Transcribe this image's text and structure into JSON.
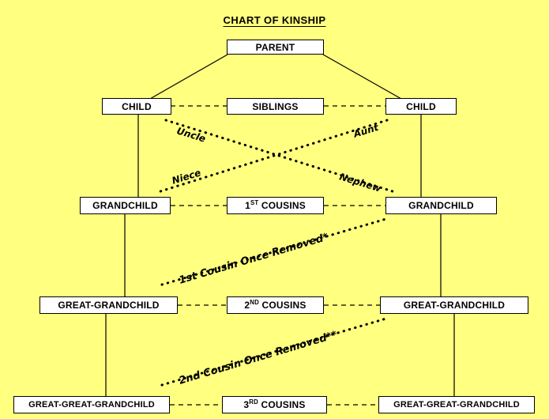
{
  "page": {
    "title": "CHART OF KINSHIP",
    "background_color": "#FFFF80",
    "box_fill_color": "#FFFFFF",
    "line_color": "#000000"
  },
  "nodes": {
    "parent": "PARENT",
    "child_left": "CHILD",
    "siblings": "SIBLINGS",
    "child_right": "CHILD",
    "grandchild_left": "GRANDCHILD",
    "cousins_1st_pre": "1",
    "cousins_1st_sup": "ST",
    "cousins_1st_post": " COUSINS",
    "grandchild_right": "GRANDCHILD",
    "great_grandchild_left": "GREAT-GRANDCHILD",
    "cousins_2nd_pre": "2",
    "cousins_2nd_sup": "ND",
    "cousins_2nd_post": " COUSINS",
    "great_grandchild_right": "GREAT-GRANDCHILD",
    "great_great_grandchild_left": "GREAT-GREAT-GRANDCHILD",
    "cousins_3rd_pre": "3",
    "cousins_3rd_sup": "RD",
    "cousins_3rd_post": " COUSINS",
    "great_great_grandchild_right": "GREAT-GREAT-GRANDCHILD"
  },
  "relations": {
    "uncle": "Uncle",
    "aunt": "Aunt",
    "niece": "Niece",
    "nephew": "Nephew",
    "cousin_1st_once_removed": "1st Cousin Once Removed*",
    "cousin_2nd_once_removed": "2nd Cousin Once Removed**"
  },
  "chart_data": {
    "type": "diagram",
    "title": "CHART OF KINSHIP",
    "generations": [
      {
        "level": 0,
        "label": "PARENT",
        "boxes": [
          "PARENT"
        ]
      },
      {
        "level": 1,
        "label": "CHILD / SIBLINGS / CHILD",
        "boxes": [
          "CHILD",
          "SIBLINGS",
          "CHILD"
        ]
      },
      {
        "level": 2,
        "label": "GRANDCHILD / 1ST COUSINS / GRANDCHILD",
        "boxes": [
          "GRANDCHILD",
          "1ST COUSINS",
          "GRANDCHILD"
        ]
      },
      {
        "level": 3,
        "label": "GREAT-GRANDCHILD / 2ND COUSINS / GREAT-GRANDCHILD",
        "boxes": [
          "GREAT-GRANDCHILD",
          "2ND COUSINS",
          "GREAT-GRANDCHILD"
        ]
      },
      {
        "level": 4,
        "label": "GREAT-GREAT-GRANDCHILD / 3RD COUSINS / GREAT-GREAT-GRANDCHILD",
        "boxes": [
          "GREAT-GREAT-GRANDCHILD",
          "3RD COUSINS",
          "GREAT-GREAT-GRANDCHILD"
        ]
      }
    ],
    "diagonal_relations": [
      "Uncle",
      "Aunt",
      "Niece",
      "Nephew",
      "1st Cousin Once Removed*",
      "2nd Cousin Once Removed**"
    ]
  }
}
